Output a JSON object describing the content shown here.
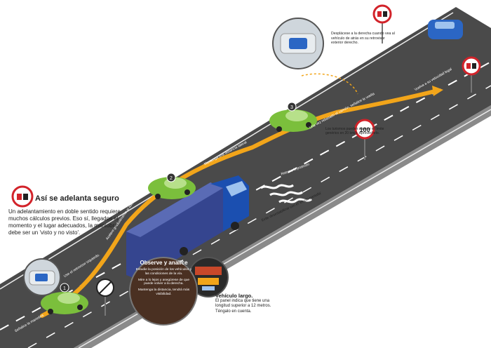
{
  "title": "Así se adelanta seguro",
  "intro": "Un adelantamiento en doble sentido requiere muchos cálculos previos. Eso sí, llegados el momento y el lugar adecuados, la maniobra debe ser un 'visto y no visto'.",
  "callouts": {
    "mirror_right": "Desplácese a la derecha cuando vea al vehículo de atrás en su retrovisor exterior derecho.",
    "speed_limit": "Los turismos pueden superar el límite genérico en 20 km/h. Aprovéchelo.",
    "long_vehicle_title": "Vehículo largo.",
    "long_vehicle_body": "El panel indica que tiene una longitud superior a 12 metros. Téngalo en cuenta.",
    "observe_title": "Observe y analice",
    "observe_p1": "Estudie la posición de los vehículos y las condiciones de la vía.",
    "observe_p2": "Mire a lo lejos y asegúrese de que puede volver a la derecha.",
    "observe_p3": "Mantenga la distancia, tendrá más visibilidad."
  },
  "road_labels": {
    "step1_a": "Use el retrovisor izquierdo.",
    "step1_b": "Señalice la maniobra",
    "step2_a": "Acelere gradualmente al adelantar",
    "step2_b": "Mantenga una distancia lateral",
    "step3": "Una vez rebasado el camión, señalice la vuelta",
    "return": "Retome la posición",
    "finish": "Vuelva a su velocidad legal",
    "effect": "Evite desestabilizar con el 'efecto pantalla'"
  },
  "steps": [
    "1",
    "2",
    "3"
  ],
  "signs": {
    "speed": "100"
  },
  "colors": {
    "asphalt": "#4a4a4a",
    "car": "#7bbf3c",
    "truck_cab": "#1b4fb0",
    "trailer": "#35458f",
    "arrow": "#f2a51a",
    "observe_bg": "#4a3022"
  }
}
